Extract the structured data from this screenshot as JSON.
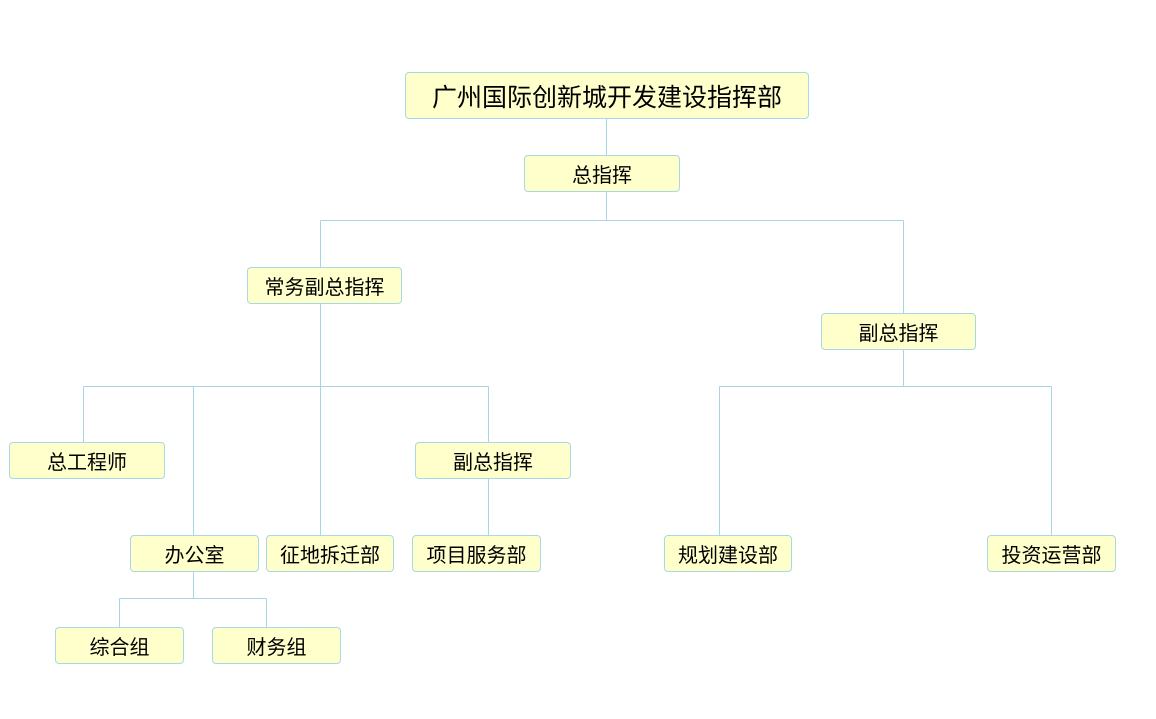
{
  "org_chart": {
    "root": "广州国际创新城开发建设指挥部",
    "chief_commander": "总指挥",
    "executive_deputy_commander": "常务副总指挥",
    "deputy_commander_right": "副总指挥",
    "chief_engineer": "总工程师",
    "deputy_commander_left": "副总指挥",
    "office": "办公室",
    "land_acquisition_department": "征地拆迁部",
    "project_service_department": "项目服务部",
    "planning_construction_department": "规划建设部",
    "investment_operation_department": "投资运营部",
    "general_affairs_group": "综合组",
    "finance_group": "财务组"
  },
  "colors": {
    "node_fill": "#ffffcc",
    "node_border": "#a8d8e4",
    "connector": "#a9d4e6"
  }
}
